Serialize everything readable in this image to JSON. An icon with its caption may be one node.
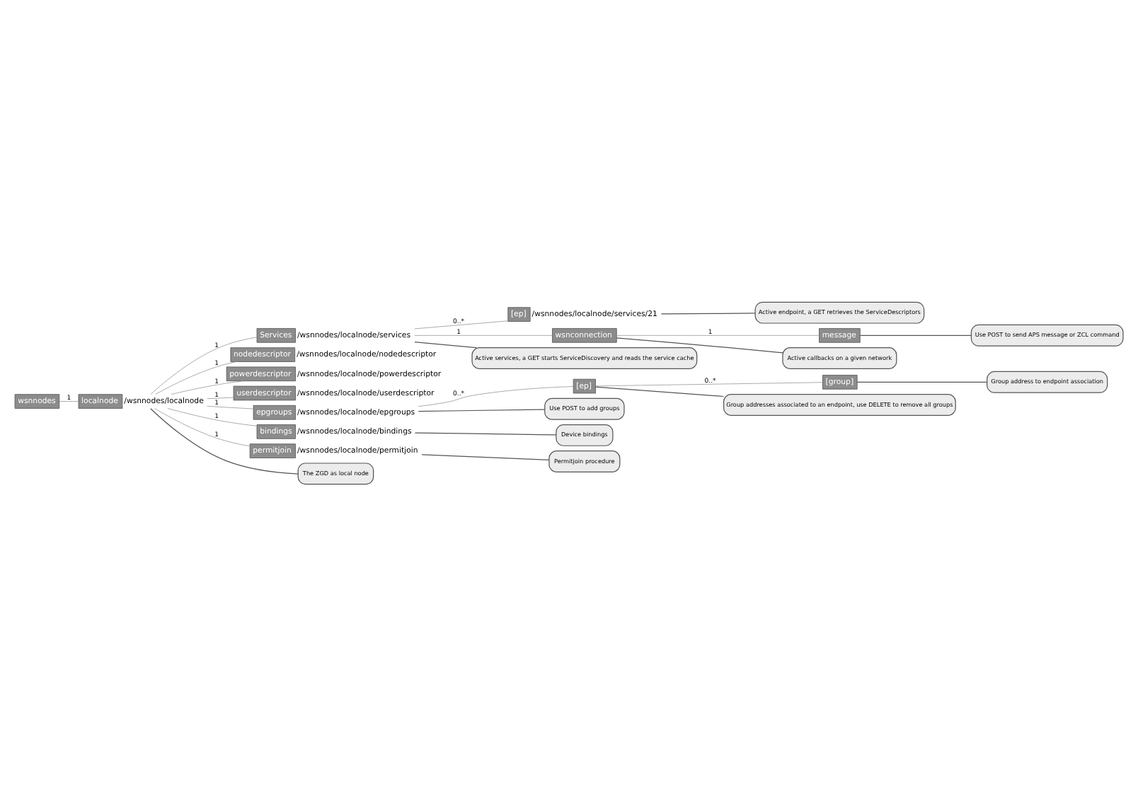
{
  "diagram": {
    "nodes": [
      {
        "text": [
          "wsnnodes"
        ]
      },
      {
        "text": [
          "localnode"
        ],
        "beside": [
          "/wsnnodes/localnode"
        ]
      },
      {
        "text": [
          "Services"
        ],
        "beside": [
          "/wsnnodes/localnode/services"
        ]
      },
      {
        "text": [
          "[ep]"
        ],
        "beside": [
          "/wsnnodes/localnode/services/21"
        ]
      },
      {
        "text": [
          "wsnconnection"
        ]
      },
      {
        "text": [
          "message"
        ]
      },
      {
        "text": [
          "nodedescriptor"
        ],
        "beside": [
          "/wsnnodes/localnode/nodedescriptor"
        ]
      },
      {
        "text": [
          "powerdescriptor"
        ],
        "beside": [
          "/wsnnodes/localnode/powerdescriptor"
        ]
      },
      {
        "text": [
          "userdescriptor"
        ],
        "beside": [
          "/wsnnodes/localnode/userdescriptor"
        ]
      },
      {
        "text": [
          "epgroups"
        ],
        "beside": [
          "/wsnnodes/localnode/epgroups"
        ]
      },
      {
        "text": [
          "[ep]"
        ]
      },
      {
        "text": [
          "[group]"
        ]
      },
      {
        "text": [
          "bindings"
        ],
        "beside": [
          "/wsnnodes/localnode/bindings"
        ]
      },
      {
        "text": [
          "permitjoin"
        ],
        "beside": [
          "/wsnnodes/localnode/permitjoin"
        ]
      },
      {
        "text": [
          "The ZGD as local node"
        ]
      },
      {
        "text": [
          "Active services, a GET starts ServiceDiscovery and reads the service cache"
        ]
      },
      {
        "text": [
          "Active endpoint, a GET retrieves the ServiceDescriptors"
        ]
      },
      {
        "text": [
          "Active callbacks on a given network"
        ]
      },
      {
        "text": [
          "Use POST to send APS message or ZCL command"
        ]
      },
      {
        "text": [
          "Use POST to add groups"
        ]
      },
      {
        "text": [
          "Group addresses associated to an endpoint, use DELETE to remove all groups"
        ]
      },
      {
        "text": [
          "Group address to endpoint association"
        ]
      },
      {
        "text": [
          "Device bindings"
        ]
      },
      {
        "text": [
          "Permitjoin procedure"
        ]
      }
    ],
    "edges": [
      {
        "from": 0,
        "to": 1,
        "arrow": "none",
        "label": "1"
      },
      {
        "from": 1,
        "to": 2,
        "arrow": "none",
        "label": "1"
      },
      {
        "from": 2,
        "to": 3,
        "arrow": "none",
        "label": "0..*"
      },
      {
        "from": 2,
        "to": 4,
        "arrow": "none",
        "label": "1"
      },
      {
        "from": 4,
        "to": 5,
        "arrow": "none",
        "label": "1"
      },
      {
        "from": 1,
        "to": 6,
        "arrow": "none",
        "label": "1"
      },
      {
        "from": 1,
        "to": 7,
        "arrow": "none",
        "label": "1"
      },
      {
        "from": 1,
        "to": 8,
        "arrow": "none",
        "label": "1"
      },
      {
        "from": 1,
        "to": 9,
        "arrow": "none",
        "label": "1"
      },
      {
        "from": 9,
        "to": 10,
        "arrow": "none",
        "label": "0..*"
      },
      {
        "from": 10,
        "to": 11,
        "arrow": "none",
        "label": "0..*"
      },
      {
        "from": 1,
        "to": 12,
        "arrow": "none",
        "label": "1"
      },
      {
        "from": 1,
        "to": 13,
        "arrow": "none",
        "label": "1"
      },
      {
        "from": 14,
        "to": 1,
        "arrow": "none"
      },
      {
        "from": 15,
        "to": 2,
        "arrow": "none"
      },
      {
        "from": 16,
        "to": 3,
        "arrow": "none"
      },
      {
        "from": 17,
        "to": 4,
        "arrow": "none"
      },
      {
        "from": 18,
        "to": 5,
        "arrow": "none"
      },
      {
        "from": 19,
        "to": 9,
        "arrow": "none"
      },
      {
        "from": 20,
        "to": 10,
        "arrow": "none"
      },
      {
        "from": 21,
        "to": 11,
        "arrow": "none"
      },
      {
        "from": 22,
        "to": 12,
        "arrow": "none"
      },
      {
        "from": 23,
        "to": 13,
        "arrow": "none"
      }
    ]
  }
}
